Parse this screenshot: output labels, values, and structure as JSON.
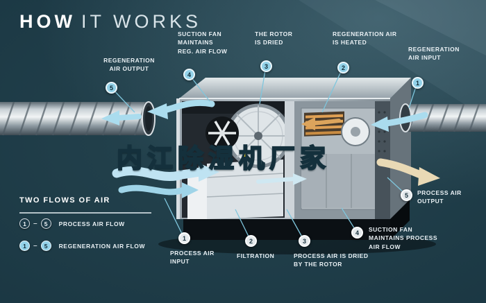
{
  "title": {
    "bold": "HOW",
    "light": "IT WORKS"
  },
  "watermark": "内江除湿机厂家",
  "legend": {
    "title": "TWO FLOWS OF AIR",
    "dash": "–",
    "rows": [
      {
        "from": "1",
        "to": "5",
        "label": "PROCESS AIR FLOW",
        "flow": "process"
      },
      {
        "from": "1",
        "to": "5",
        "label": "REGENERATION AIR FLOW",
        "flow": "regeneration"
      }
    ]
  },
  "callouts_regen": [
    {
      "num": "5",
      "label": "REGENERATION\nAIR OUTPUT"
    },
    {
      "num": "4",
      "label": "SUCTION FAN\nMAINTAINS\nREG. AIR FLOW"
    },
    {
      "num": "3",
      "label": "THE ROTOR\nIS DRIED"
    },
    {
      "num": "2",
      "label": "REGENERATION AIR\nIS HEATED"
    },
    {
      "num": "1",
      "label": "REGENERATION\nAIR INPUT"
    }
  ],
  "callouts_process": [
    {
      "num": "1",
      "label": "PROCESS AIR\nINPUT"
    },
    {
      "num": "2",
      "label": "FILTRATION"
    },
    {
      "num": "3",
      "label": "PROCESS AIR IS DRIED\nBY THE ROTOR"
    },
    {
      "num": "4",
      "label": "SUCTION FAN\nMAINTAINS PROCESS\nAIR FLOW"
    },
    {
      "num": "5",
      "label": "PROCESS AIR\nOUTPUT"
    }
  ],
  "colors": {
    "background": "#16313e",
    "flow_blue": "#a8d8ec",
    "regen_badge": "#93d2e9",
    "process_badge": "#e4e9ec",
    "heater_orange": "#dfa054",
    "exit_cream": "#e9d9b5",
    "watermark_yellow": "#f6d21a"
  }
}
